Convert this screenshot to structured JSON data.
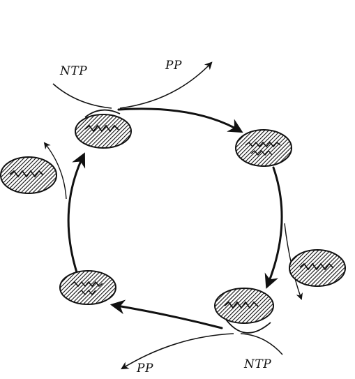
{
  "labels": {
    "ntp_top": "NTP",
    "pp_top": "PP",
    "ntp_bottom": "NTP",
    "pp_bottom": "PP"
  },
  "colors": {
    "ink": "#111111",
    "background": "#ffffff"
  }
}
